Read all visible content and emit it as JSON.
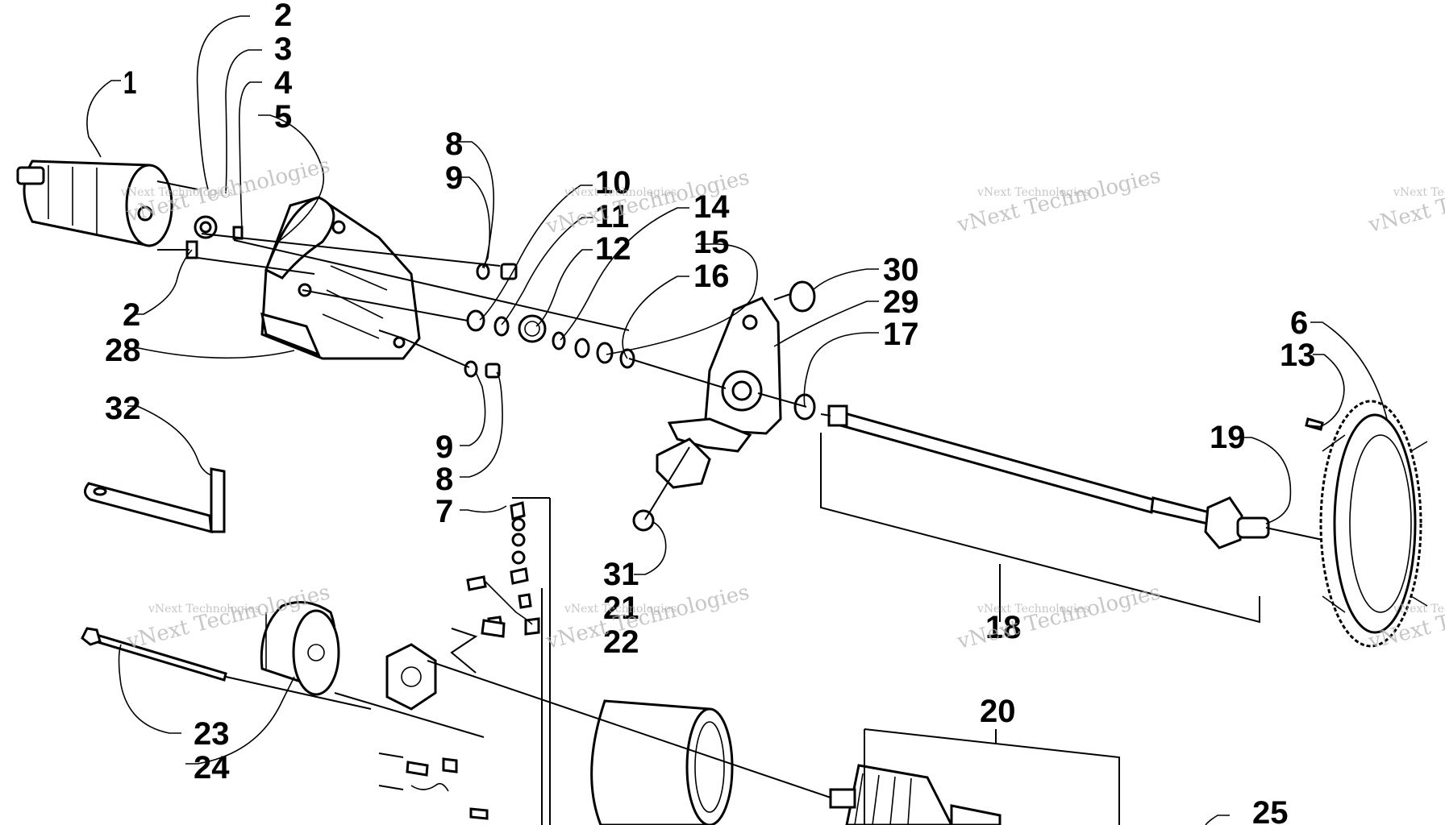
{
  "diagram": {
    "watermark_small": "vNext Technologies",
    "watermark_large": "vNext Technologies",
    "callouts": {
      "c1": "1",
      "c2a": "2",
      "c3": "3",
      "c4": "4",
      "c5": "5",
      "c2b": "2",
      "c28": "28",
      "c32": "32",
      "c8a": "8",
      "c9a": "9",
      "c9b": "9",
      "c8b": "8",
      "c7": "7",
      "c10": "10",
      "c11": "11",
      "c12": "12",
      "c14": "14",
      "c15": "15",
      "c16": "16",
      "c30": "30",
      "c29": "29",
      "c17": "17",
      "c31": "31",
      "c21": "21",
      "c22": "22",
      "c6": "6",
      "c13": "13",
      "c19": "19",
      "c18": "18",
      "c23": "23",
      "c24": "24",
      "c20": "20",
      "c25": "25"
    },
    "colors": {
      "ink": "#000000",
      "paper": "#ffffff",
      "watermark": "#b4b4b4"
    }
  }
}
